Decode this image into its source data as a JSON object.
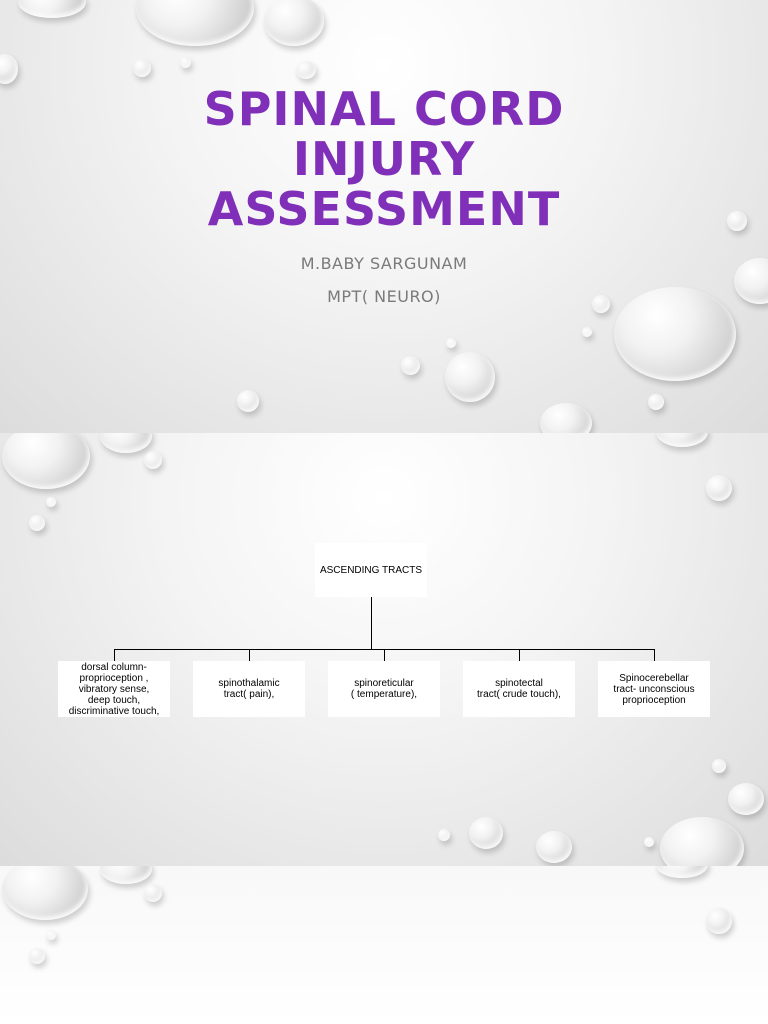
{
  "slide1": {
    "title_lines": [
      "SPINAL CORD",
      "INJURY",
      "ASSESSMENT"
    ],
    "author": "M.BABY SARGUNAM",
    "credential": "MPT( NEURO)"
  },
  "slide2": {
    "root": "ASCENDING TRACTS",
    "children": [
      "dorsal column-\nproprioception ,\nvibratory sense,\ndeep touch,\ndiscriminative touch,",
      "spinothalamic\ntract( pain),",
      "spinoreticular\n( temperature),",
      "spinotectal\ntract( crude touch),",
      "Spinocerebellar\ntract- unconscious\nproprioception"
    ]
  },
  "colors": {
    "title": "#8030b8",
    "subtitle": "#7a7a7a"
  }
}
